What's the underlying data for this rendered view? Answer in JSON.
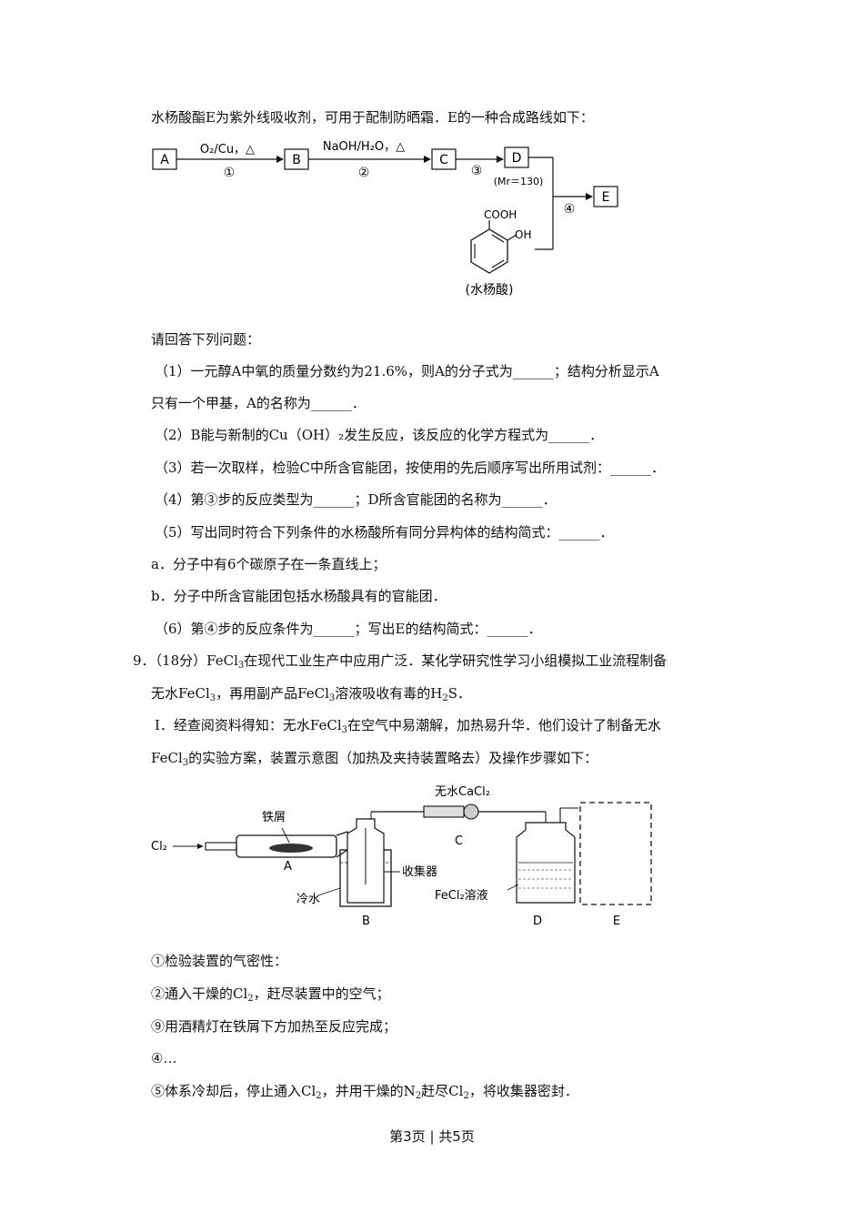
{
  "intro": "水杨酸酯E为紫外线吸收剂，可用于配制防晒霜．E的一种合成路线如下：",
  "route": {
    "A": "A",
    "B": "B",
    "C": "C",
    "D": "D",
    "E": "E",
    "step1_reagent": "O₂/Cu，△",
    "step2_reagent": "NaOH/H₂O，△",
    "step1": "①",
    "step2": "②",
    "step3": "③",
    "step4": "④",
    "mr": "(Mr＝130)",
    "cooh": "COOH",
    "oh": "OH",
    "salicylic": "(水杨酸)"
  },
  "questions": {
    "prompt": "请回答下列问题：",
    "q1a": "（1）一元醇A中氧的质量分数约为21.6%，则A的分子式为______；结构分析显示A",
    "q1b": "只有一个甲基，A的名称为______．",
    "q2": "（2）B能与新制的Cu（OH）₂发生反应，该反应的化学方程式为______．",
    "q3": "（3）若一次取样，检验C中所含官能团，按使用的先后顺序写出所用试剂：______．",
    "q4": "（4）第③步的反应类型为______；D所含官能团的名称为______．",
    "q5": "（5）写出同时符合下列条件的水杨酸所有同分异构体的结构简式：______．",
    "q5a": "a．分子中有6个碳原子在一条直线上；",
    "q5b": "b．分子中所含官能团包括水杨酸具有的官能团．",
    "q6": "（6）第④步的反应条件为______；写出E的结构简式：______．"
  },
  "problem9": {
    "line1_pre": "9．（18分）FeCl",
    "line1_post": "在现代工业生产中应用广泛．某化学研究性学习小组模拟工业流程制备",
    "line2_a": "无水FeCl",
    "line2_b": "，再用副产品FeCl",
    "line2_c": "溶液吸收有毒的H",
    "line2_d": "S．",
    "partI_pre": "Ⅰ．经查阅资料得知：无水FeCl",
    "partI_post": "在空气中易潮解，加热易升华．他们设计了制备无水",
    "partI2_pre": "FeCl",
    "partI2_post": "的实验方案，装置示意图（加热及夹持装置略去）及操作步骤如下：",
    "sub3": "3",
    "sub2": "2"
  },
  "apparatus": {
    "cl2": "Cl₂",
    "iron": "铁屑",
    "A": "A",
    "B": "B",
    "C": "C",
    "D": "D",
    "E": "E",
    "cacl2": "无水CaCl₂",
    "collector": "收集器",
    "coldwater": "冷水",
    "fecl2": "FeCl₂溶液"
  },
  "steps": {
    "s1": "①检验装置的气密性：",
    "s2_pre": "②通入干燥的Cl",
    "s2_post": "，赶尽装置中的空气；",
    "s3": "⑨用酒精灯在铁屑下方加热至反应完成；",
    "s4": "④…",
    "s5_a": "⑤体系冷却后，停止通入Cl",
    "s5_b": "，并用干燥的N",
    "s5_c": "赶尽Cl",
    "s5_d": "，将收集器密封．"
  },
  "footer": "第3页 | 共5页"
}
